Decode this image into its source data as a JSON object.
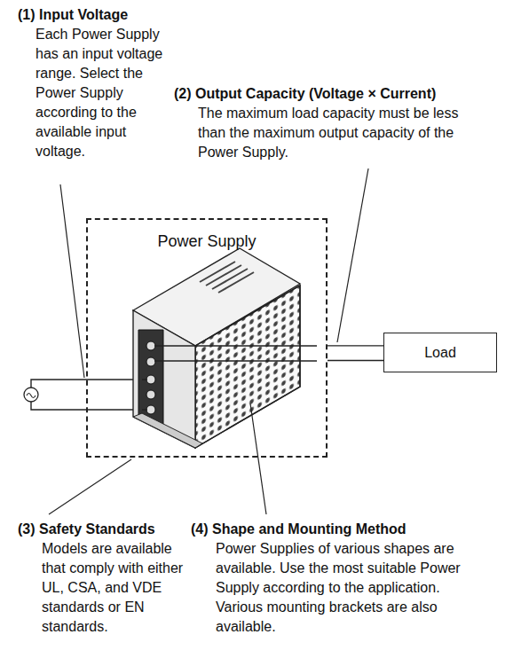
{
  "diagram": {
    "nodes": [
      {
        "text": [
          "Power Supply"
        ]
      },
      {
        "text": [
          "Load"
        ]
      }
    ],
    "edges": [
      {
        "from": 0,
        "to": 1,
        "arrow": "none"
      }
    ],
    "labels": [
      "(1) Input Voltage",
      "Each Power Supply has an input voltage range. Select the Power Supply according to the available input voltage.",
      "(2) Output Capacity (Voltage × Current)",
      "The maximum load capacity must be less than the maximum output capacity of the Power Supply.",
      "(3) Safety Standards",
      "Models are available that comply with either UL, CSA, and VDE standards or EN standards.",
      "(4) Shape and Mounting Method",
      "Power Supplies of various shapes are available. Use the most suitable Power Supply according to the application. Various mounting brackets are also available."
    ]
  }
}
